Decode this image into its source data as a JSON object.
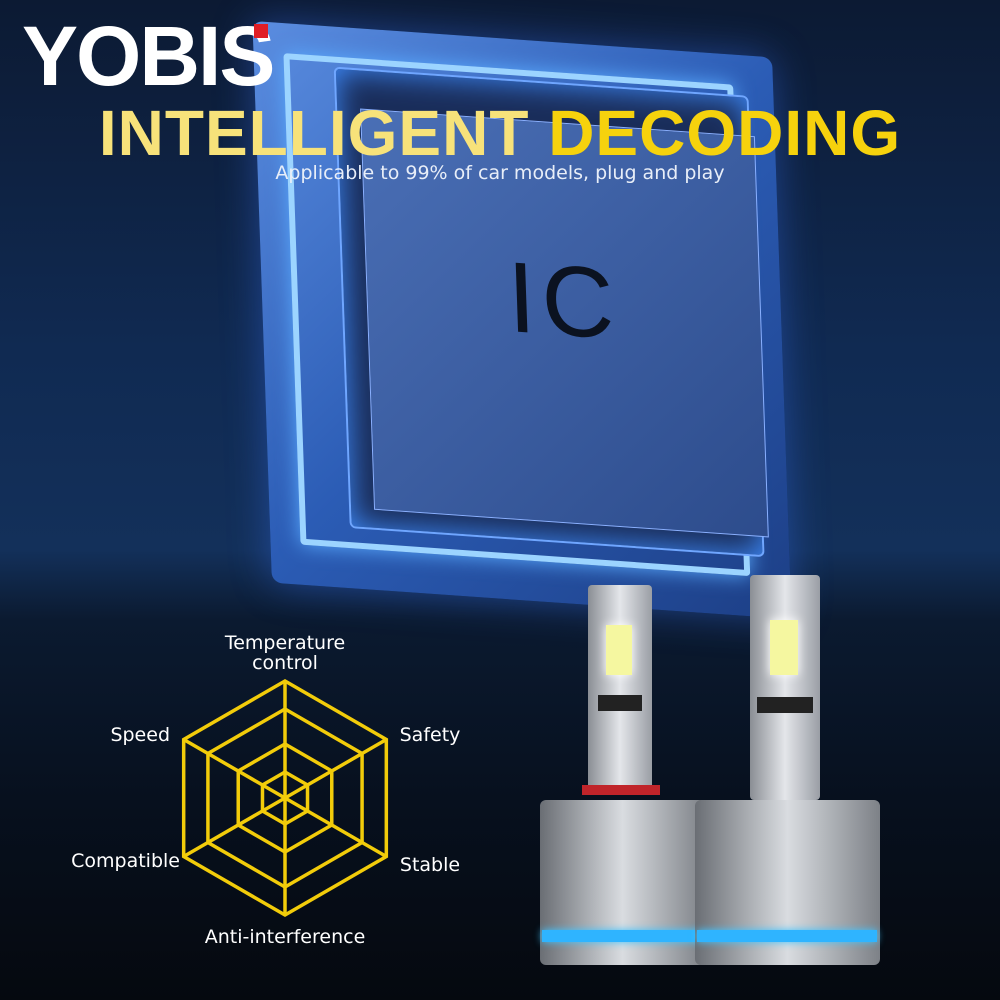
{
  "brand": {
    "logo_text": "YOBIS"
  },
  "header": {
    "title_part1": "INTELLIGENT ",
    "title_part2": "DECODING",
    "subtitle": "Applicable to 99% of car models, plug and play"
  },
  "chip": {
    "label": "IC"
  },
  "features": {
    "top": "Temperature control",
    "top_right": "Safety",
    "bottom_right": "Stable",
    "bottom": "Anti-interference",
    "bottom_left": "Compatible",
    "top_left": "Speed"
  },
  "colors": {
    "accent": "#f6d20d",
    "logo_dot": "#e01e25",
    "led_ring": "#2fb4ff"
  }
}
